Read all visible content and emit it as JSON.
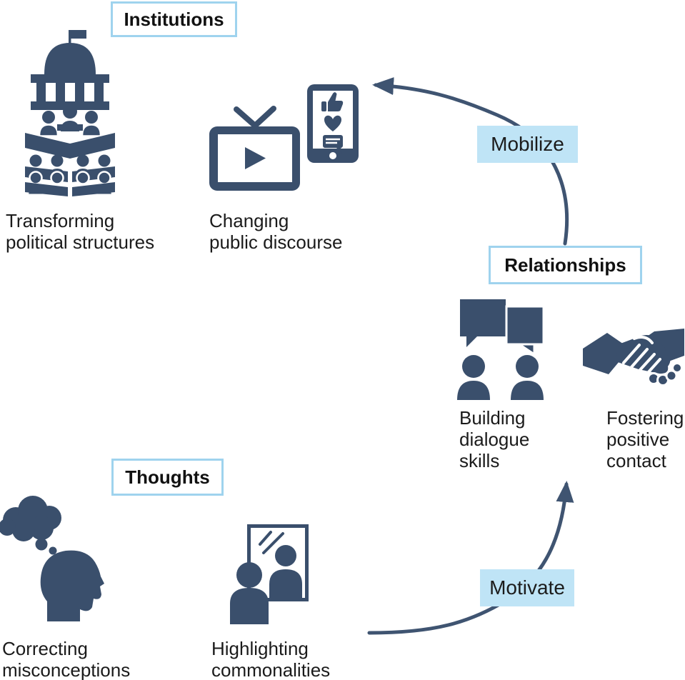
{
  "palette": {
    "icon_color": "#3a4f6c",
    "arrow_color": "#3f5471",
    "box_border_blue": "#9fd3ee",
    "box_fill_blue": "#bfe4f6",
    "text_color": "#1b1b1b",
    "page_bg": "#ffffff"
  },
  "category_boxes": {
    "institutions": {
      "label": "Institutions"
    },
    "relationships": {
      "label": "Relationships"
    },
    "thoughts": {
      "label": "Thoughts"
    }
  },
  "arrow_labels": {
    "mobilize": {
      "label": "Mobilize"
    },
    "motivate": {
      "label": "Motivate"
    }
  },
  "captions": {
    "transforming": "Transforming\npolitical structures",
    "changing": "Changing\npublic discourse",
    "building": "Building\ndialogue\nskills",
    "fostering": "Fostering\npositive\ncontact",
    "correcting": "Correcting\nmisconceptions",
    "highlighting": "Highlighting\ncommonalities"
  },
  "icons": {
    "parliament": "parliament-icon",
    "tv": "tv-play-icon",
    "smartphone": "smartphone-social-icon",
    "dialogue": "dialogue-people-icon",
    "handshake": "handshake-icon",
    "thinking_head": "thinking-head-icon",
    "mirror": "mirror-reflection-icon"
  }
}
